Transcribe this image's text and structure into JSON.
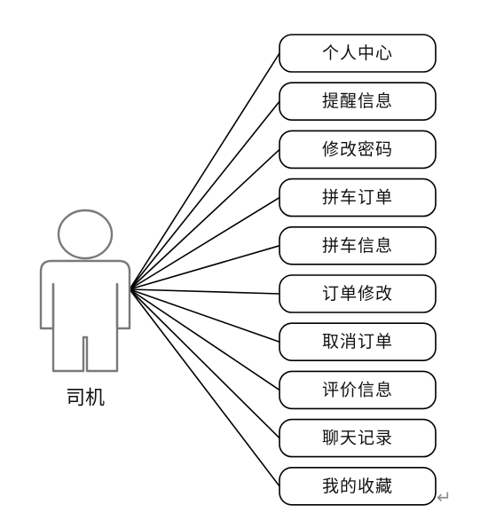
{
  "actor": {
    "label": "司机",
    "icon": "person-icon",
    "line_color": "#7a7a7a"
  },
  "use_cases": [
    {
      "label": "个人中心"
    },
    {
      "label": "提醒信息"
    },
    {
      "label": "修改密码"
    },
    {
      "label": "拼车订单"
    },
    {
      "label": "拼车信息"
    },
    {
      "label": "订单修改"
    },
    {
      "label": "取消订单"
    },
    {
      "label": "评价信息"
    },
    {
      "label": "聊天记录"
    },
    {
      "label": "我的收藏"
    }
  ],
  "paragraph_mark": {
    "glyph": "↵",
    "color": "#8c8c8c"
  }
}
